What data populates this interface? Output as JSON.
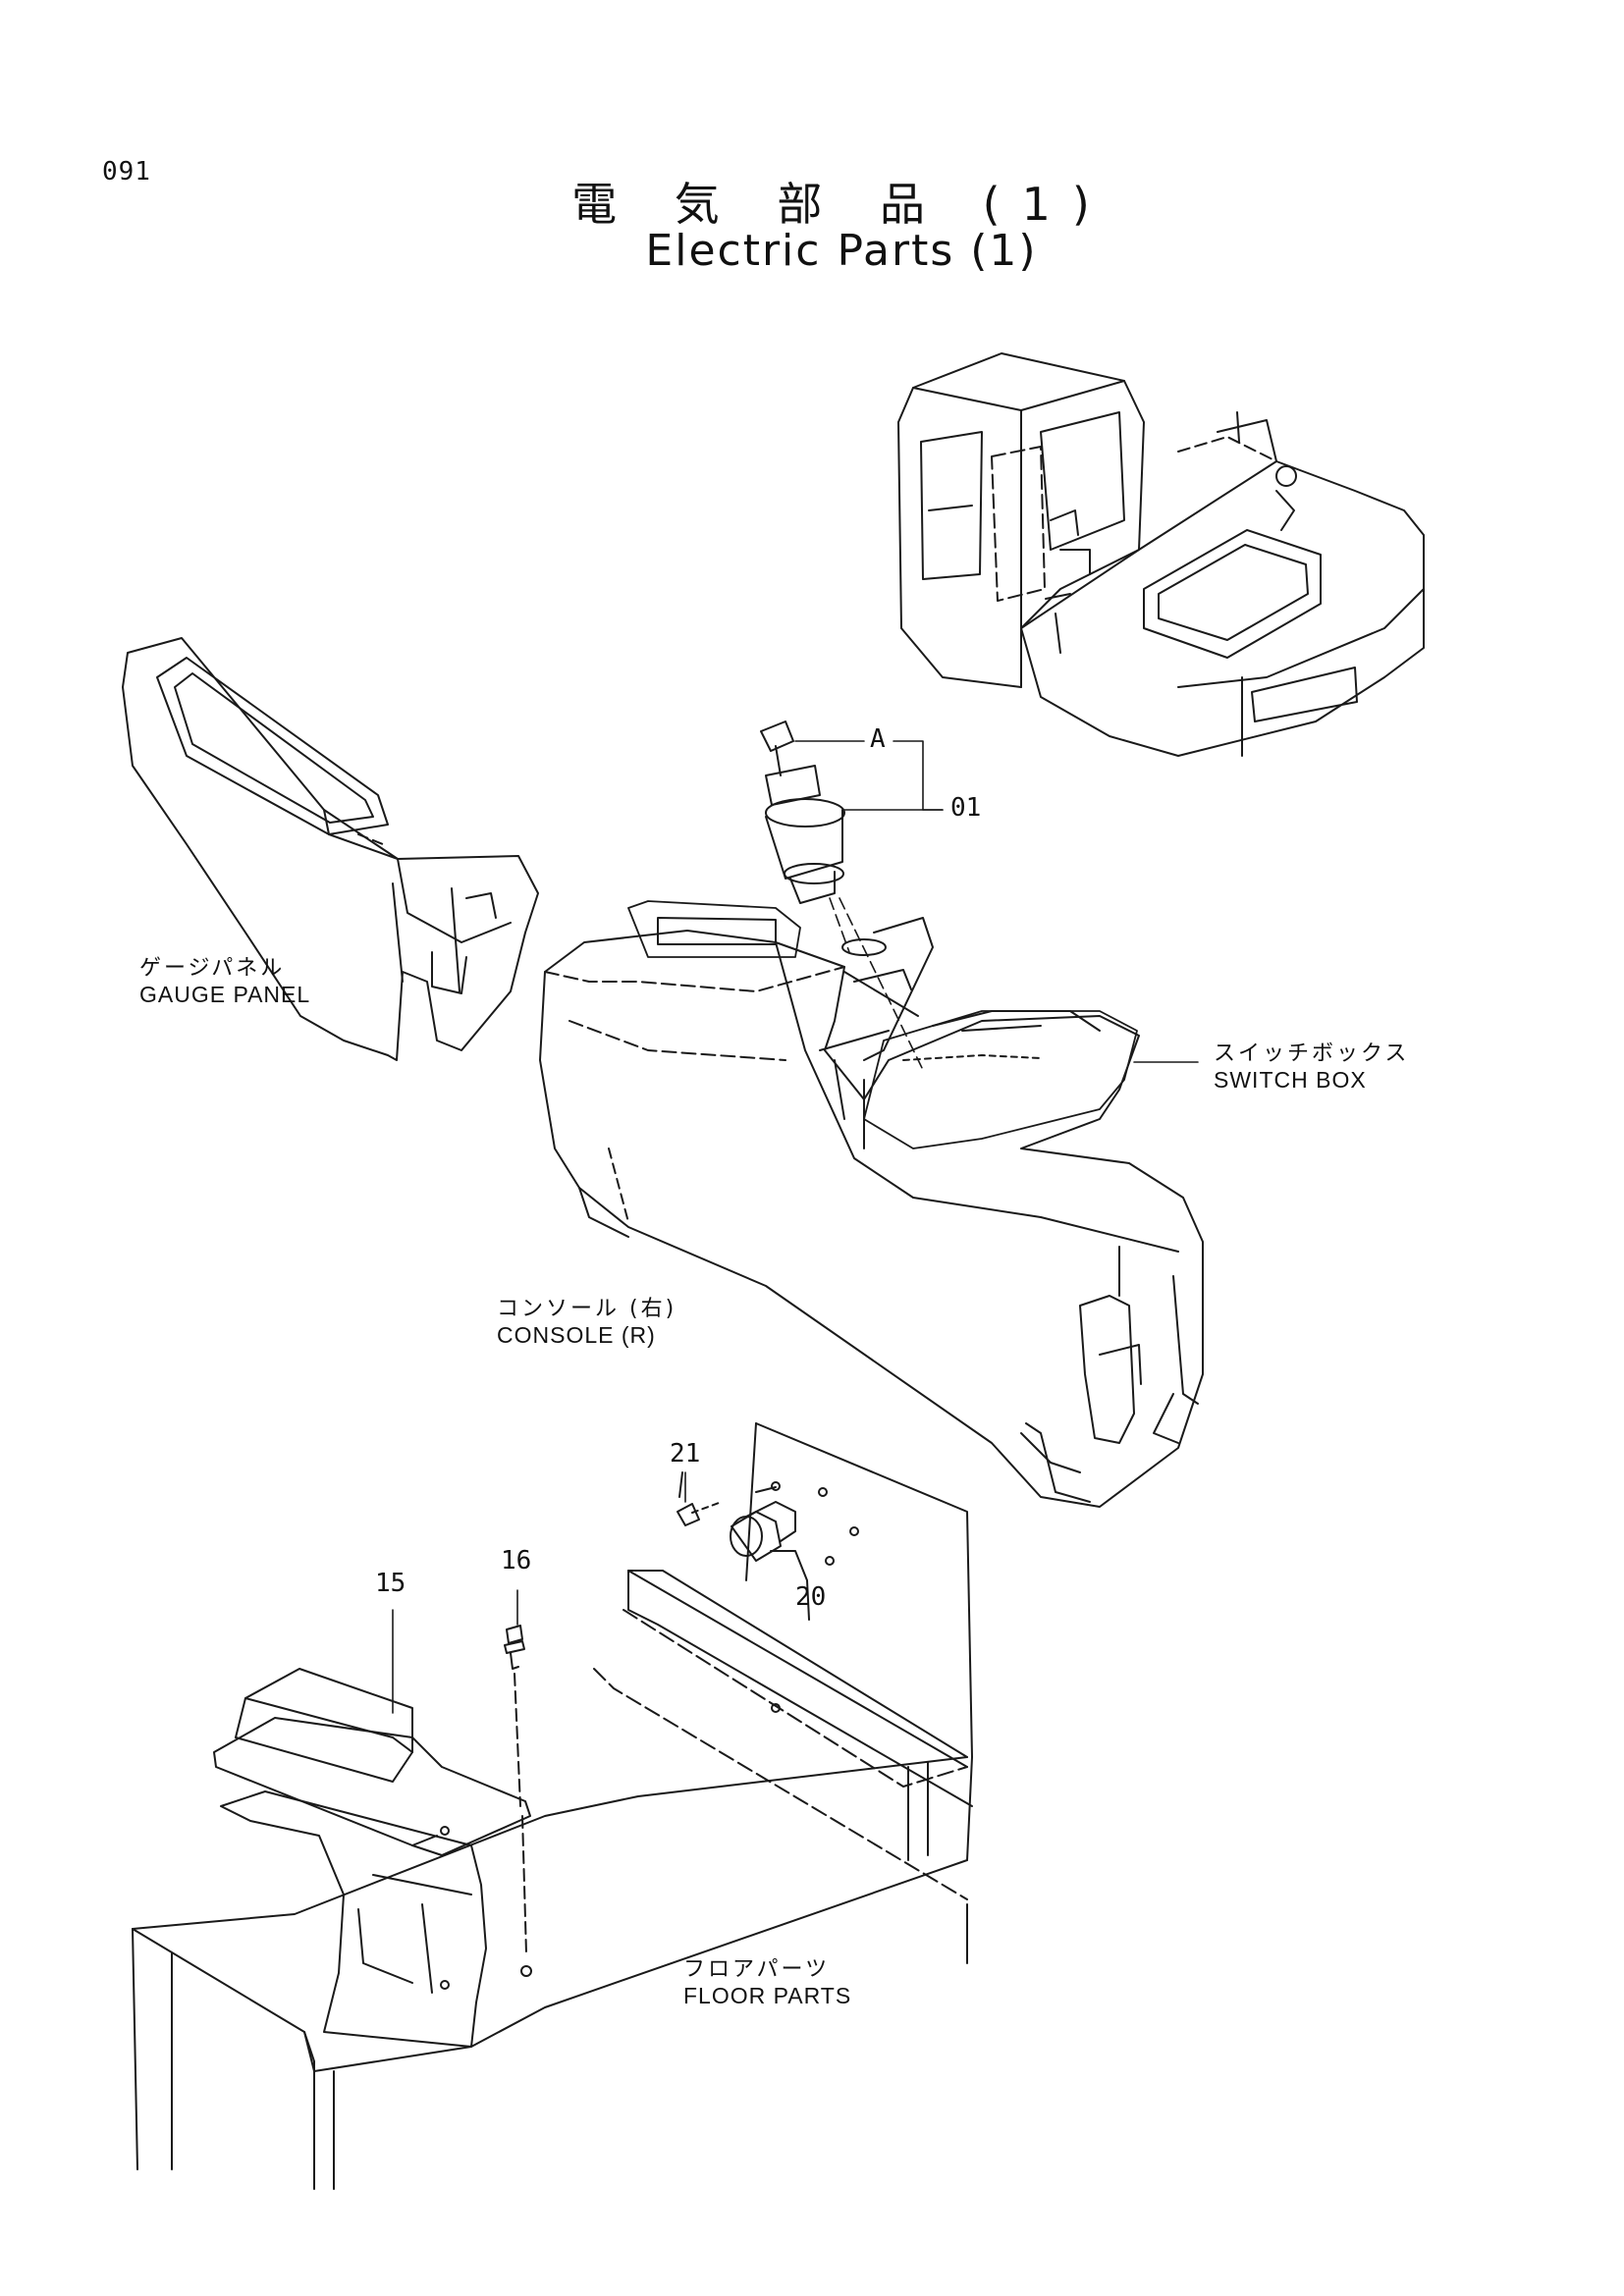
{
  "page": {
    "number": "091",
    "title_jp": "電 気 部 品 (1)",
    "title_en": "Electric Parts (1)"
  },
  "assemblies": [
    {
      "id": "gauge-panel",
      "label_jp": "ゲージパネル",
      "label_en": "GAUGE PANEL"
    },
    {
      "id": "switch-box",
      "label_jp": "スイッチボックス",
      "label_en": "SWITCH BOX"
    },
    {
      "id": "console-r",
      "label_jp": "コンソール (右)",
      "label_en": "CONSOLE (R)"
    },
    {
      "id": "floor-parts",
      "label_jp": "フロアパーツ",
      "label_en": "FLOOR PARTS"
    }
  ],
  "callouts": {
    "detail_a": "A",
    "part_01": "01",
    "part_15": "15",
    "part_16": "16",
    "part_20": "20",
    "part_21": "21"
  },
  "colors": {
    "line": "#1a1a1a",
    "paper": "#ffffff"
  }
}
